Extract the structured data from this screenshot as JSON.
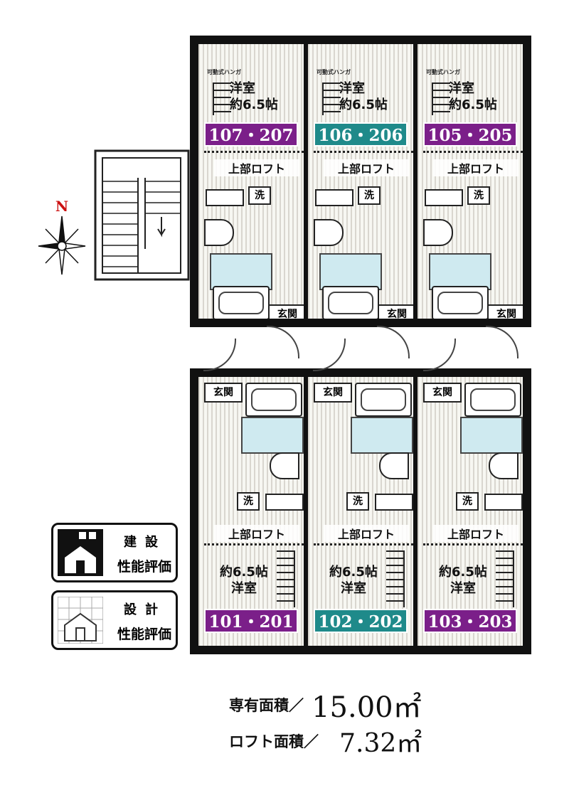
{
  "compass": {
    "north_label": "N",
    "north_color": "#cc1111",
    "icon": "compass-rose-icon"
  },
  "units_top": [
    {
      "id": "107",
      "room_label_1": "洋室",
      "room_label_2": "約6.5帖",
      "tag": "107・207",
      "tag_color": "#7b1f89",
      "loft": "上部ロフト",
      "wash": "洗",
      "genkan": "玄関",
      "small_note": "可動式ハンガ"
    },
    {
      "id": "106",
      "room_label_1": "洋室",
      "room_label_2": "約6.5帖",
      "tag": "106・206",
      "tag_color": "#1f8a8a",
      "loft": "上部ロフト",
      "wash": "洗",
      "genkan": "玄関",
      "small_note": "可動式ハンガ"
    },
    {
      "id": "105",
      "room_label_1": "洋室",
      "room_label_2": "約6.5帖",
      "tag": "105・205",
      "tag_color": "#7b1f89",
      "loft": "上部ロフト",
      "wash": "洗",
      "genkan": "玄関",
      "small_note": "可動式ハンガ"
    }
  ],
  "units_bottom": [
    {
      "id": "101",
      "room_label_1": "約6.5帖",
      "room_label_2": "洋室",
      "tag": "101・201",
      "tag_color": "#7b1f89",
      "loft": "上部ロフト",
      "wash": "洗",
      "genkan": "玄関"
    },
    {
      "id": "102",
      "room_label_1": "約6.5帖",
      "room_label_2": "洋室",
      "tag": "102・202",
      "tag_color": "#1f8a8a",
      "loft": "上部ロフト",
      "wash": "洗",
      "genkan": "玄関"
    },
    {
      "id": "103",
      "room_label_1": "約6.5帖",
      "room_label_2": "洋室",
      "tag": "103・203",
      "tag_color": "#7b1f89",
      "loft": "上部ロフト",
      "wash": "洗",
      "genkan": "玄関"
    }
  ],
  "badges": [
    {
      "top": "建設",
      "bottom": "性能評価",
      "icon": "house-building-icon",
      "style": "dark"
    },
    {
      "top": "設計",
      "bottom": "性能評価",
      "icon": "house-grid-icon",
      "style": "light"
    }
  ],
  "areas": {
    "exclusive_label": "専有面積／",
    "exclusive_value": "15.00㎡",
    "loft_label": "ロフト面積／",
    "loft_value": "7.32㎡"
  }
}
